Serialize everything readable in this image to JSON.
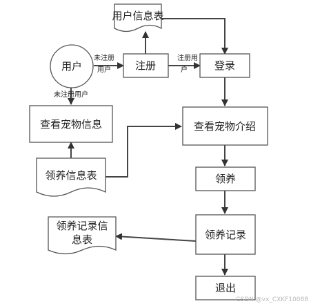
{
  "nodes": {
    "user": "用户",
    "user_table": "用户信息表",
    "register": "注册",
    "login": "登录",
    "view_pet_info": "查看宠物信息",
    "view_pet_intro": "查看宠物介绍",
    "adopt_info_table": "领养信息表",
    "adopt": "领养",
    "adopt_record": "领养记录",
    "adopt_record_table_line1": "领养记录信",
    "adopt_record_table_line2": "息表",
    "logout": "退出"
  },
  "edge_labels": {
    "user_register_line1": "未注册",
    "user_register_line2": "用户",
    "register_login_line1": "注册用",
    "register_login_line2": "户",
    "user_down": "未注册用户"
  },
  "watermark": "CSDN @vx_CXKF10088"
}
